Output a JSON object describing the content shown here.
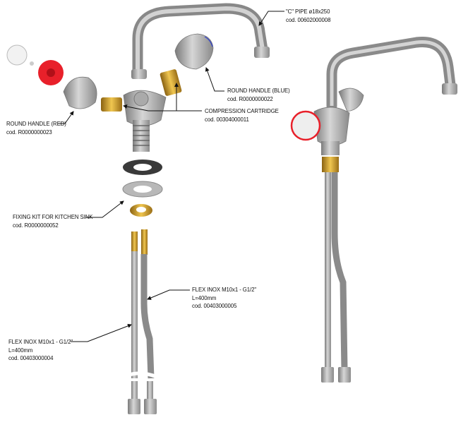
{
  "labels": {
    "c_pipe": {
      "name": "\"C\" PIPE ø18x250",
      "code": "cod. 00602000008"
    },
    "handle_blue": {
      "name": "ROUND HANDLE (BLUE)",
      "code": "cod. R0000000022"
    },
    "cartridge": {
      "name": "COMPRESSION CARTRIDGE",
      "code": "cod. 00304000011"
    },
    "handle_red": {
      "name": "ROUND HANDLE (RED)",
      "code": "cod. R0000000023"
    },
    "fixing_kit": {
      "name": "FIXING KIT FOR KITCHEN SINK",
      "code": "cod. R0000000052"
    },
    "flex_5": {
      "name": "FLEX INOX M10x1 - G1/2\"",
      "length": "L=400mm",
      "code": "cod. 00403000005"
    },
    "flex_4": {
      "name": "FLEX INOX M10x1 - G1/2\"",
      "length": "L=400mm",
      "code": "cod. 00403000004"
    }
  },
  "colors": {
    "chrome": "#a9a9a9",
    "brass": "#c9951e",
    "red": "#e8202a",
    "gasket": "#3a3a3a"
  }
}
